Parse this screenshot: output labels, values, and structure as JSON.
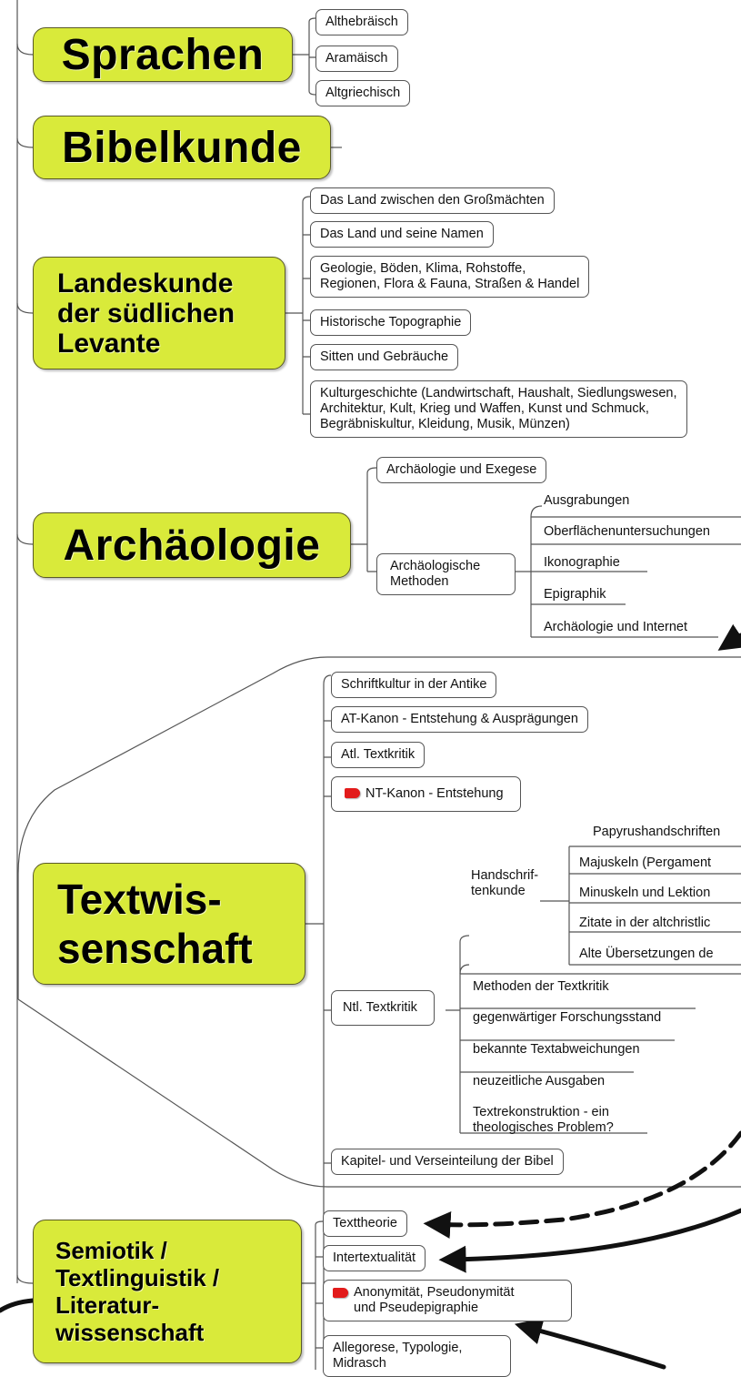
{
  "sprachen": {
    "title": "Sprachen",
    "items": [
      "Althebräisch",
      "Aramäisch",
      "Altgriechisch"
    ]
  },
  "bibelkunde": {
    "title": "Bibelkunde"
  },
  "landeskunde": {
    "title": "Landeskunde\nder südlichen\nLevante",
    "items": [
      "Das Land zwischen den Großmächten",
      "Das Land und seine Namen",
      "Geologie, Böden, Klima, Rohstoffe,\nRegionen, Flora & Fauna, Straßen & Handel",
      "Historische Topographie",
      "Sitten und Gebräuche",
      "Kulturgeschichte (Landwirtschaft, Haushalt, Siedlungswesen,\nArchitektur, Kult, Krieg und Waffen, Kunst und Schmuck,\nBegräbniskultur, Kleidung, Musik, Münzen)"
    ]
  },
  "archaeologie": {
    "title": "Archäologie",
    "items": [
      "Archäologie und Exegese",
      "Archäologische\nMethoden"
    ],
    "methoden": [
      "Ausgrabungen",
      "Oberflächenuntersuchungen",
      "Ikonographie",
      "Epigraphik",
      "Archäologie und Internet"
    ]
  },
  "textwissenschaft": {
    "title": "Textwis-\nsenschaft",
    "items": [
      "Schriftkultur in der Antike",
      "AT-Kanon - Entstehung & Ausprägungen",
      "Atl. Textkritik",
      "NT-Kanon - Entstehung",
      "Ntl. Textkritik",
      "Kapitel- und Verseinteilung der Bibel"
    ],
    "ntl": {
      "handschriften_label": "Handschrif-\ntenkunde",
      "handschriften": [
        "Papyrushandschriften",
        "Majuskeln (Pergament",
        "Minuskeln und Lektion",
        "Zitate in der altchristlic",
        "Alte Übersetzungen de"
      ],
      "items": [
        "Methoden der Textkritik",
        "gegenwärtiger Forschungsstand",
        "bekannte Textabweichungen",
        "neuzeitliche Ausgaben",
        "Textrekonstruktion - ein\ntheologisches Problem?"
      ]
    }
  },
  "semiotik": {
    "title": "Semiotik /\nTextlinguistik /\nLiteratur-\nwissenschaft",
    "items": [
      "Texttheorie",
      "Intertextualität",
      "Anonymität, Pseudonymität\nund Pseudepigraphie",
      "Allegorese, Typologie,\nMidrasch"
    ]
  },
  "colors": {
    "topic_fill": "#d9ea3a",
    "line": "#555555",
    "arrow": "#111111",
    "flag": "#e21b1b"
  }
}
